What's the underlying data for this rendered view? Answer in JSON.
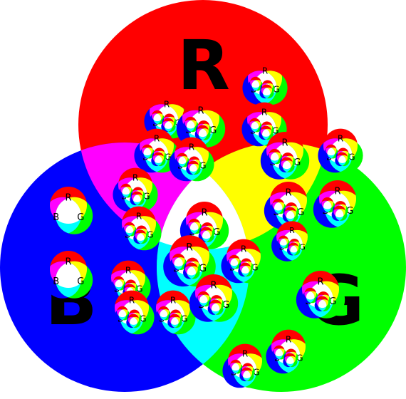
{
  "diagram": {
    "big_labels": {
      "red": "R",
      "green": "G",
      "blue": "B"
    },
    "mini_labels": {
      "red": "R",
      "green": "G",
      "blue": "B"
    },
    "colors": {
      "red": "#ff0000",
      "green": "#00ff00",
      "blue": "#0000ff",
      "yellow": "#ffff00",
      "magenta": "#ff00ff",
      "cyan": "#00ffff",
      "white": "#ffffff"
    }
  }
}
